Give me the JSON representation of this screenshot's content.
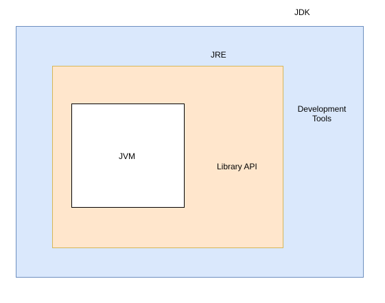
{
  "diagram": {
    "jdk": {
      "label": "JDK",
      "fill": "#dae8fc",
      "stroke": "#6c8ebf"
    },
    "jre": {
      "label": "JRE",
      "fill": "#ffe6cc",
      "stroke": "#d6b656"
    },
    "jvm": {
      "label": "JVM",
      "fill": "#ffffff",
      "stroke": "#000000"
    },
    "development_tools": {
      "label": "Development Tools"
    },
    "library_api": {
      "label": "Library API"
    }
  }
}
